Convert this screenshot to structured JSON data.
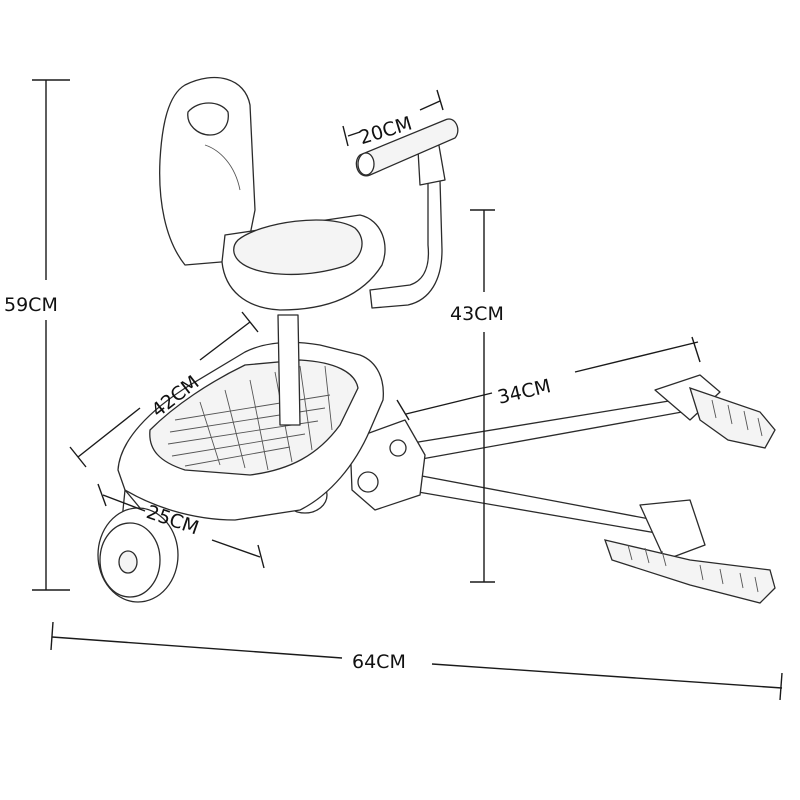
{
  "dimensions": {
    "overall_height": "59CM",
    "handle_width": "20CM",
    "bar_height": "43CM",
    "board_length": "42CM",
    "arm_length": "34CM",
    "wheel_span": "25CM",
    "overall_length": "64CM"
  }
}
